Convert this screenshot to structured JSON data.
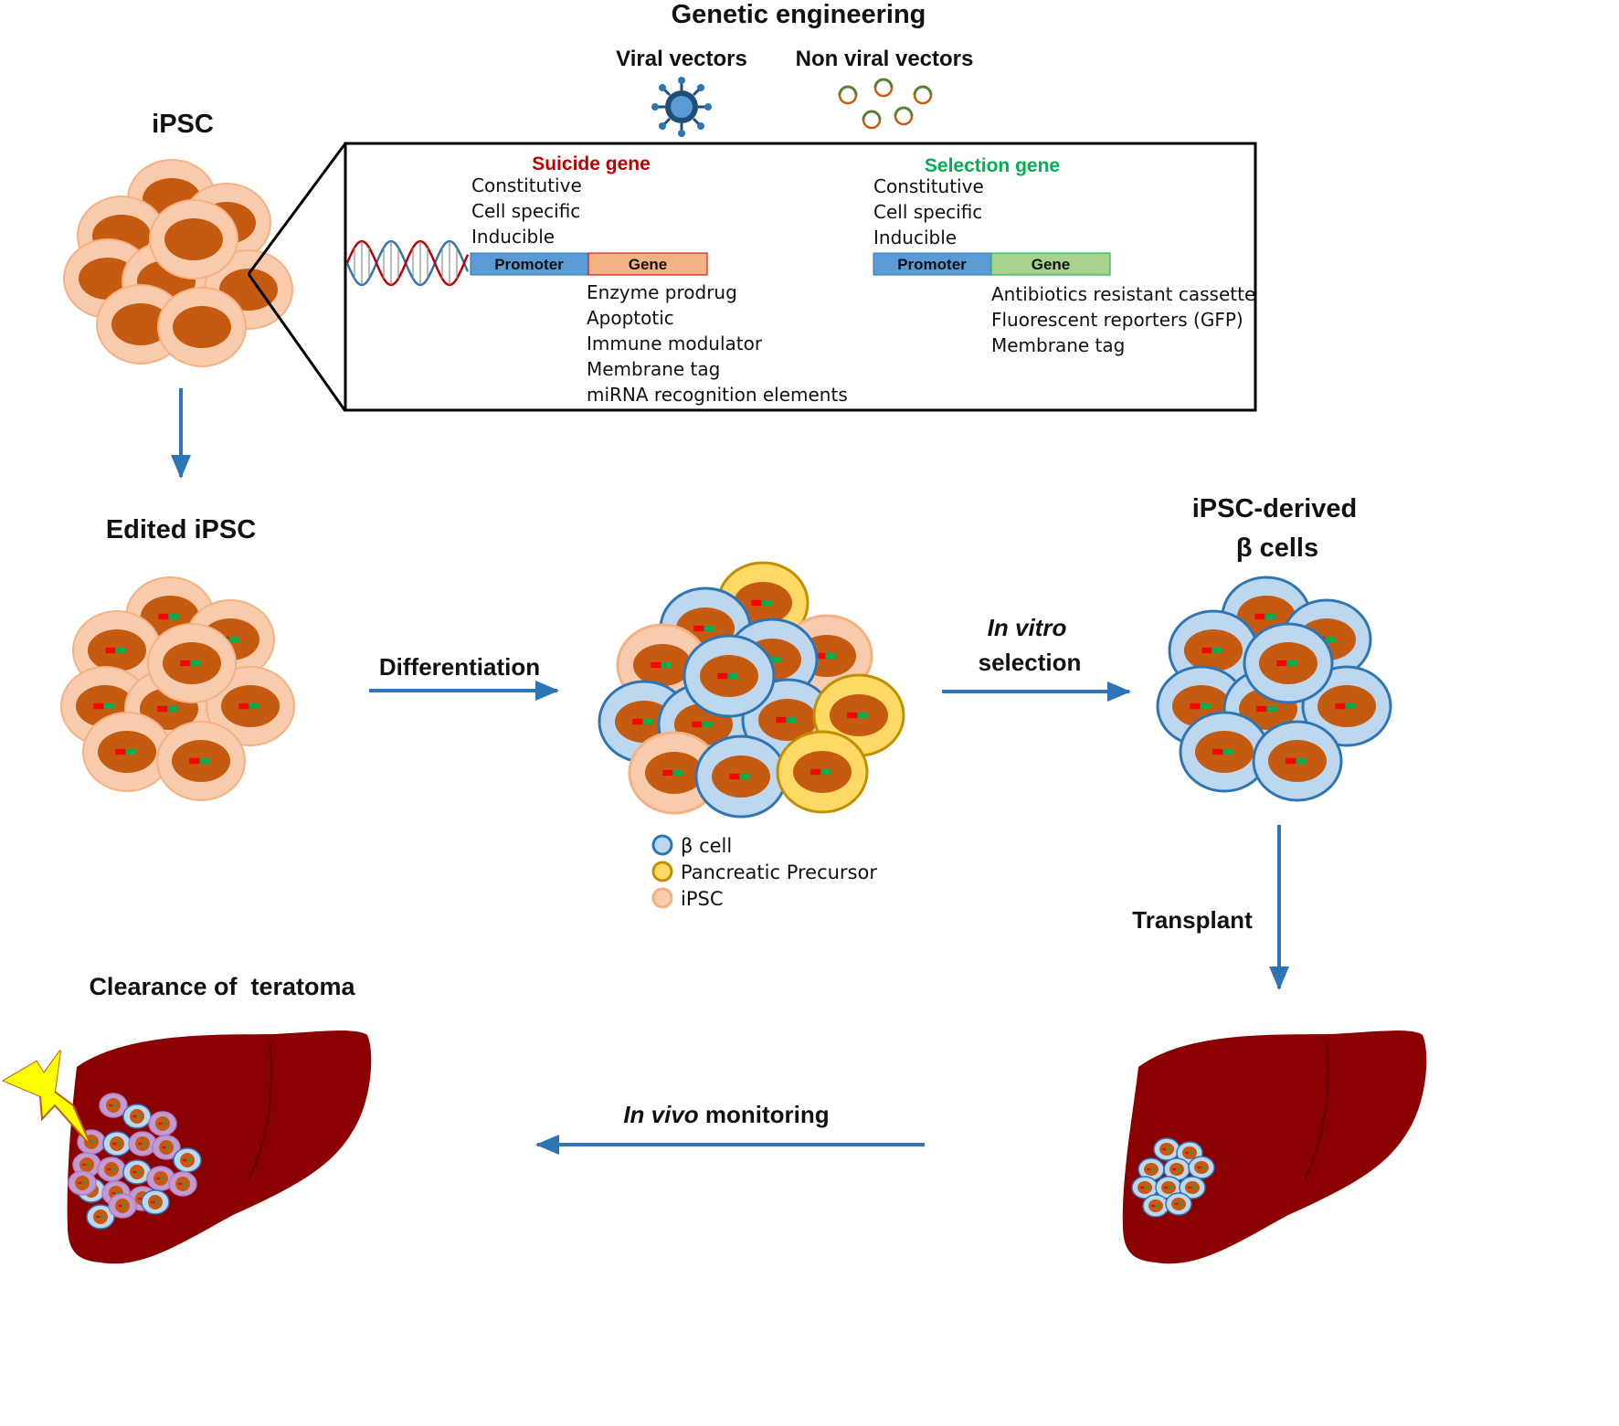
{
  "title": "Genetic engineering",
  "vectors": {
    "viral": "Viral vectors",
    "non_viral": "Non viral vectors"
  },
  "labels": {
    "ipsc": "iPSC",
    "edited_ipsc": "Edited iPSC",
    "derived_line1": "iPSC-derived",
    "derived_line2": "β cells",
    "clearance": "Clearance of  teratoma",
    "differentiation": "Differentiation",
    "in_vitro_italic": "In vitro",
    "in_vitro_rest": "selection",
    "transplant": "Transplant",
    "in_vivo_italic": "In vivo",
    "in_vivo_rest": " monitoring"
  },
  "suicide": {
    "title": "Suicide gene",
    "promoter_types": [
      "Constitutive",
      "Cell specific",
      "Inducible"
    ],
    "promoter_label": "Promoter",
    "gene_label": "Gene",
    "gene_types": [
      "Enzyme prodrug",
      "Apoptotic",
      "Immune modulator",
      "Membrane tag",
      "miRNA recognition elements"
    ]
  },
  "selection": {
    "title": "Selection gene",
    "promoter_types": [
      "Constitutive",
      "Cell specific",
      "Inducible"
    ],
    "promoter_label": "Promoter",
    "gene_label": "Gene",
    "gene_types": [
      "Antibiotics resistant cassette",
      "Fluorescent reporters (GFP)",
      "Membrane tag"
    ]
  },
  "legend": [
    {
      "label": "β cell",
      "fill": "#bdd7ee",
      "stroke": "#2e75b6"
    },
    {
      "label": "Pancreatic Precursor",
      "fill": "#ffd966",
      "stroke": "#bf9000"
    },
    {
      "label": "iPSC",
      "fill": "#f8cbad",
      "stroke": "#f4b183"
    }
  ],
  "colors": {
    "arrow": "#2e75b6",
    "suicide_title": "#c00000",
    "selection_title": "#00b050",
    "promoter_fill": "#5b9bd5",
    "suicide_gene_fill": "#f4b183",
    "selection_gene_fill": "#a9d18e",
    "nucleus": "#c55a11",
    "liver": "#8b0000"
  }
}
